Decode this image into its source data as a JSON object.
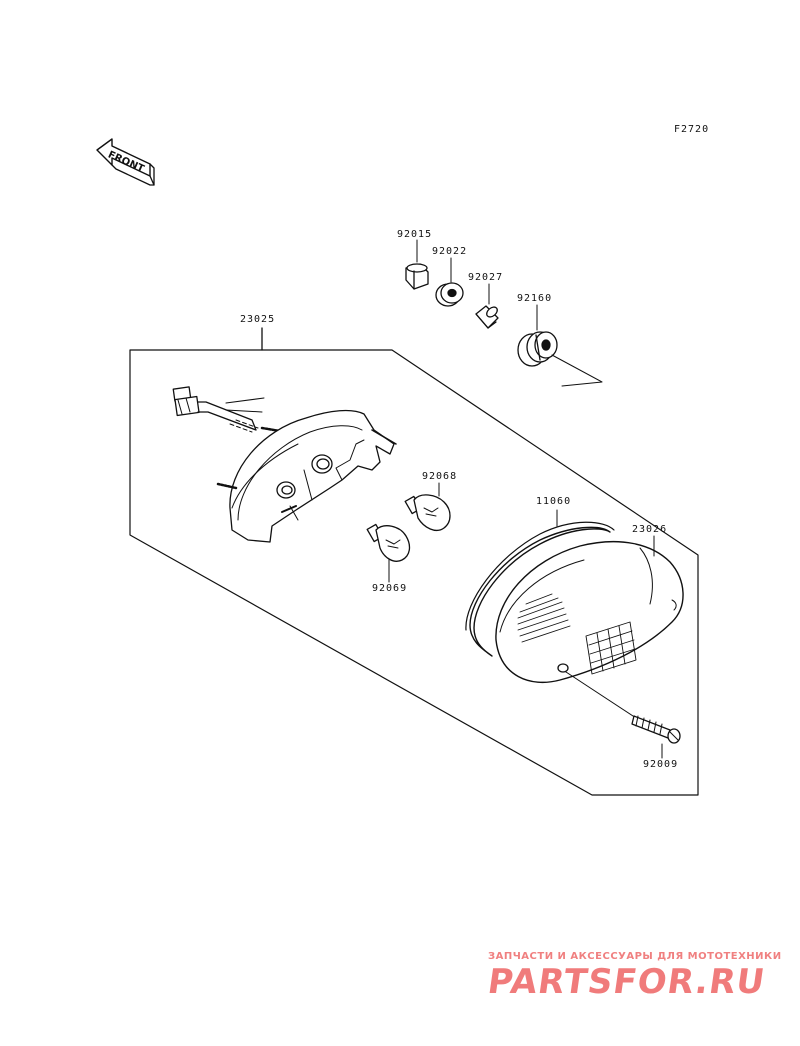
{
  "diagram": {
    "code": "F2720",
    "front_label": "FRONT",
    "parts": [
      {
        "id": "p23025",
        "number": "23025"
      },
      {
        "id": "p92015",
        "number": "92015"
      },
      {
        "id": "p92022",
        "number": "92022"
      },
      {
        "id": "p92027",
        "number": "92027"
      },
      {
        "id": "p92160",
        "number": "92160"
      },
      {
        "id": "p92068",
        "number": "92068"
      },
      {
        "id": "p92069",
        "number": "92069"
      },
      {
        "id": "p11060",
        "number": "11060"
      },
      {
        "id": "p23026",
        "number": "23026"
      },
      {
        "id": "p92009",
        "number": "92009"
      }
    ]
  },
  "watermark": {
    "tagline": "ЗАПЧАСТИ И АКСЕССУАРЫ ДЛЯ МОТОТЕХНИКИ",
    "logo": "PARTSFOR.RU",
    "color": "#f07b7b"
  }
}
